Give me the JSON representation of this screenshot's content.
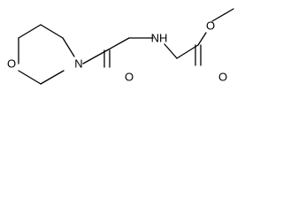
{
  "molecule": {
    "atoms": {
      "ring_oxygen": "O",
      "ring_nitrogen": "N",
      "carbonyl_oxygen": "O",
      "amine": "NH",
      "ester_carbonyl_oxygen": "O",
      "ester_oxygen": "O"
    }
  },
  "colors": {
    "bond": "#000000",
    "background": "#ffffff"
  }
}
